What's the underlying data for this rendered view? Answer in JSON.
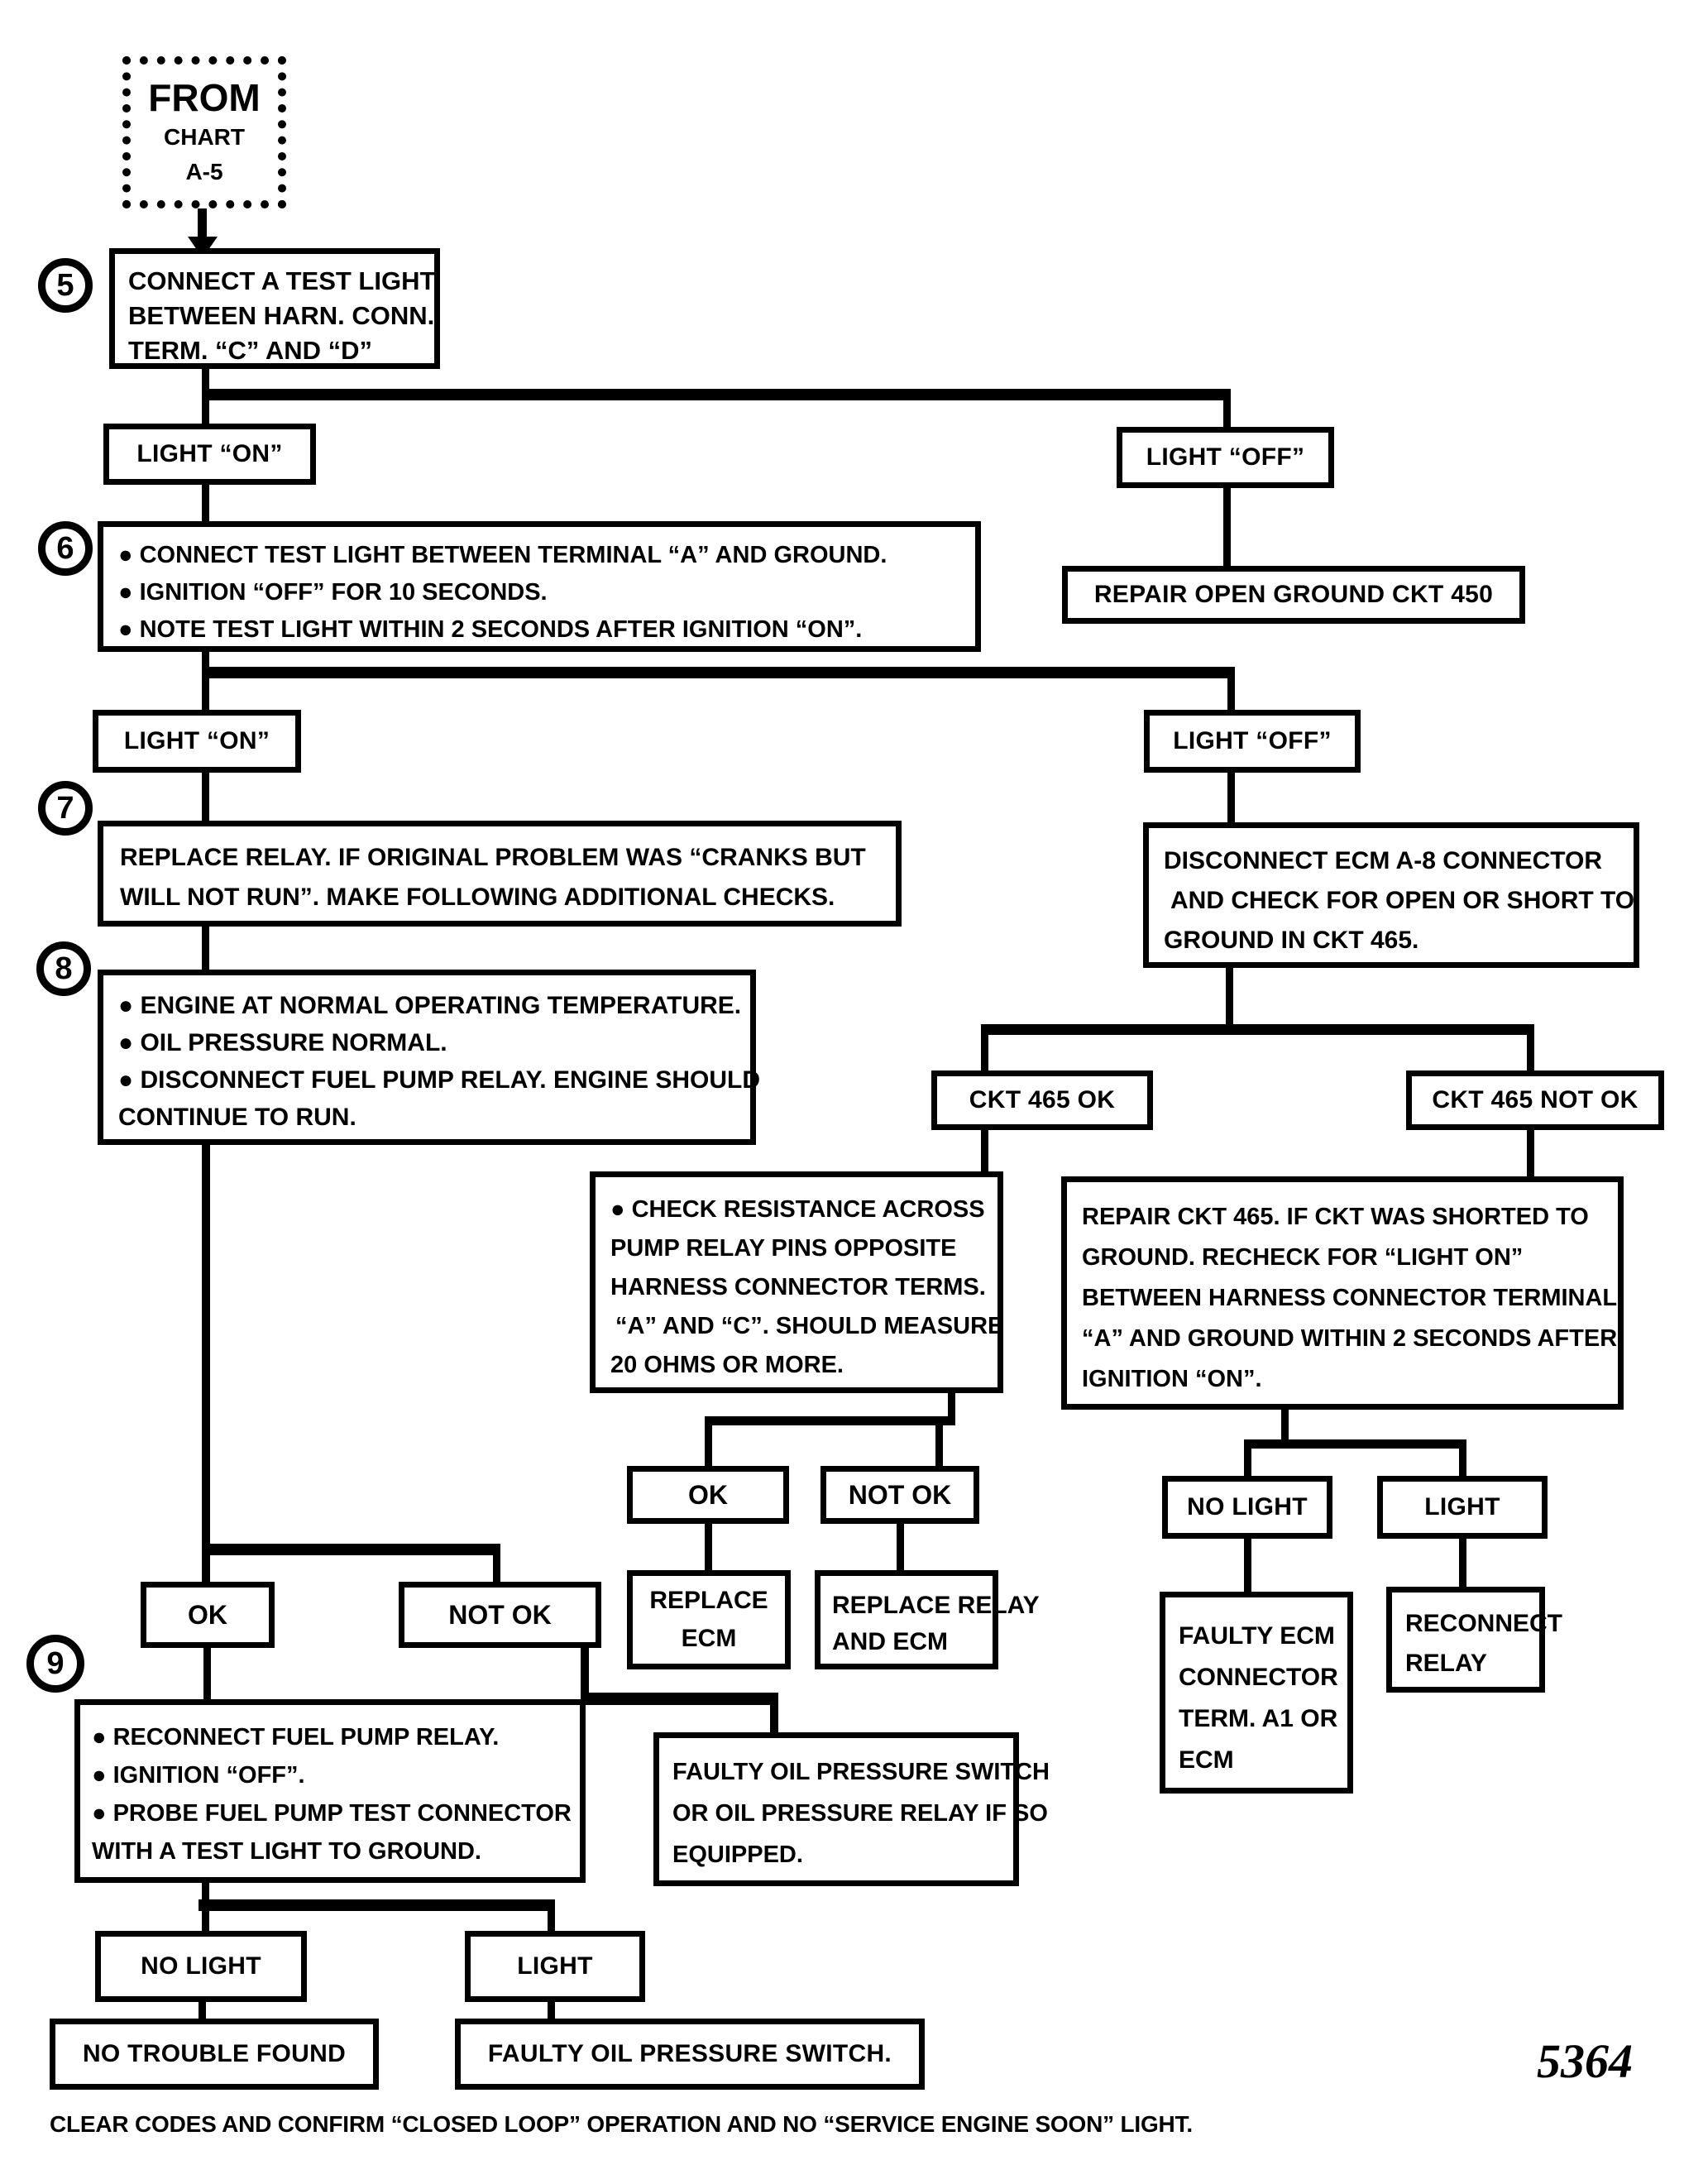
{
  "figure_number": "5364",
  "footer": "CLEAR CODES AND CONFIRM “CLOSED LOOP” OPERATION AND NO “SERVICE ENGINE SOON” LIGHT.",
  "nodes": {
    "from_chart": {
      "line1": "FROM",
      "line2": "CHART",
      "line3": "A-5"
    },
    "step5": {
      "number": "5",
      "lines": [
        "CONNECT A TEST LIGHT",
        "BETWEEN HARN. CONN.",
        "TERM. “C” AND “D”"
      ]
    },
    "light_on_1": {
      "label": "LIGHT “ON”"
    },
    "light_off_1": {
      "label": "LIGHT “OFF”"
    },
    "step6": {
      "number": "6",
      "lines": [
        "● CONNECT TEST LIGHT BETWEEN TERMINAL “A” AND GROUND.",
        "● IGNITION “OFF” FOR 10 SECONDS.",
        "● NOTE TEST LIGHT WITHIN 2 SECONDS AFTER IGNITION “ON”."
      ]
    },
    "repair_ground": {
      "label": "REPAIR OPEN GROUND CKT 450"
    },
    "light_on_2": {
      "label": "LIGHT “ON”"
    },
    "light_off_2": {
      "label": "LIGHT “OFF”"
    },
    "step7": {
      "number": "7",
      "lines": [
        "REPLACE RELAY. IF ORIGINAL PROBLEM WAS “CRANKS BUT",
        "WILL NOT RUN”. MAKE FOLLOWING ADDITIONAL CHECKS."
      ]
    },
    "disconnect_ecm": {
      "lines": [
        "DISCONNECT ECM A-8 CONNECTOR",
        "AND CHECK FOR OPEN OR SHORT TO",
        "GROUND IN CKT 465."
      ]
    },
    "step8": {
      "number": "8",
      "lines": [
        "● ENGINE AT NORMAL OPERATING TEMPERATURE.",
        "● OIL PRESSURE NORMAL.",
        "● DISCONNECT FUEL PUMP RELAY. ENGINE SHOULD",
        "CONTINUE TO RUN."
      ]
    },
    "ckt465_ok": {
      "label": "CKT 465 OK"
    },
    "ckt465_not_ok": {
      "label": "CKT 465 NOT OK"
    },
    "check_resistance": {
      "lines": [
        "● CHECK RESISTANCE ACROSS",
        "PUMP RELAY PINS OPPOSITE",
        "HARNESS CONNECTOR TERMS.",
        "“A” AND “C”. SHOULD MEASURE",
        "20 OHMS OR MORE."
      ]
    },
    "repair_465": {
      "lines": [
        "REPAIR CKT 465. IF CKT WAS SHORTED TO",
        "GROUND. RECHECK FOR “LIGHT ON”",
        "BETWEEN HARNESS CONNECTOR TERMINAL",
        "“A” AND GROUND WITHIN 2 SECONDS AFTER",
        "IGNITION “ON”."
      ]
    },
    "ok_mid": {
      "label": "OK"
    },
    "not_ok_mid": {
      "label": "NOT OK"
    },
    "replace_ecm": {
      "lines": [
        "REPLACE",
        "ECM"
      ]
    },
    "replace_relay_ecm": {
      "lines": [
        "REPLACE RELAY",
        "AND ECM"
      ]
    },
    "no_light_right": {
      "label": "NO LIGHT"
    },
    "light_right": {
      "label": "LIGHT"
    },
    "faulty_ecm_connector": {
      "lines": [
        "FAULTY ECM",
        "CONNECTOR",
        "TERM. A1 OR",
        "ECM"
      ]
    },
    "reconnect_relay": {
      "lines": [
        "RECONNECT",
        "RELAY"
      ]
    },
    "ok_left": {
      "label": "OK"
    },
    "not_ok_left": {
      "label": "NOT OK"
    },
    "step9": {
      "number": "9",
      "lines": [
        "● RECONNECT FUEL PUMP RELAY.",
        "● IGNITION “OFF”.",
        "● PROBE FUEL PUMP TEST CONNECTOR",
        "WITH A TEST LIGHT TO GROUND."
      ]
    },
    "faulty_oil_relay": {
      "lines": [
        "FAULTY OIL PRESSURE SWITCH",
        "OR OIL PRESSURE RELAY IF SO",
        "EQUIPPED."
      ]
    },
    "no_light_bottom": {
      "label": "NO LIGHT"
    },
    "light_bottom": {
      "label": "LIGHT"
    },
    "no_trouble": {
      "label": "NO TROUBLE FOUND"
    },
    "faulty_oil_switch": {
      "label": "FAULTY OIL PRESSURE SWITCH."
    }
  }
}
